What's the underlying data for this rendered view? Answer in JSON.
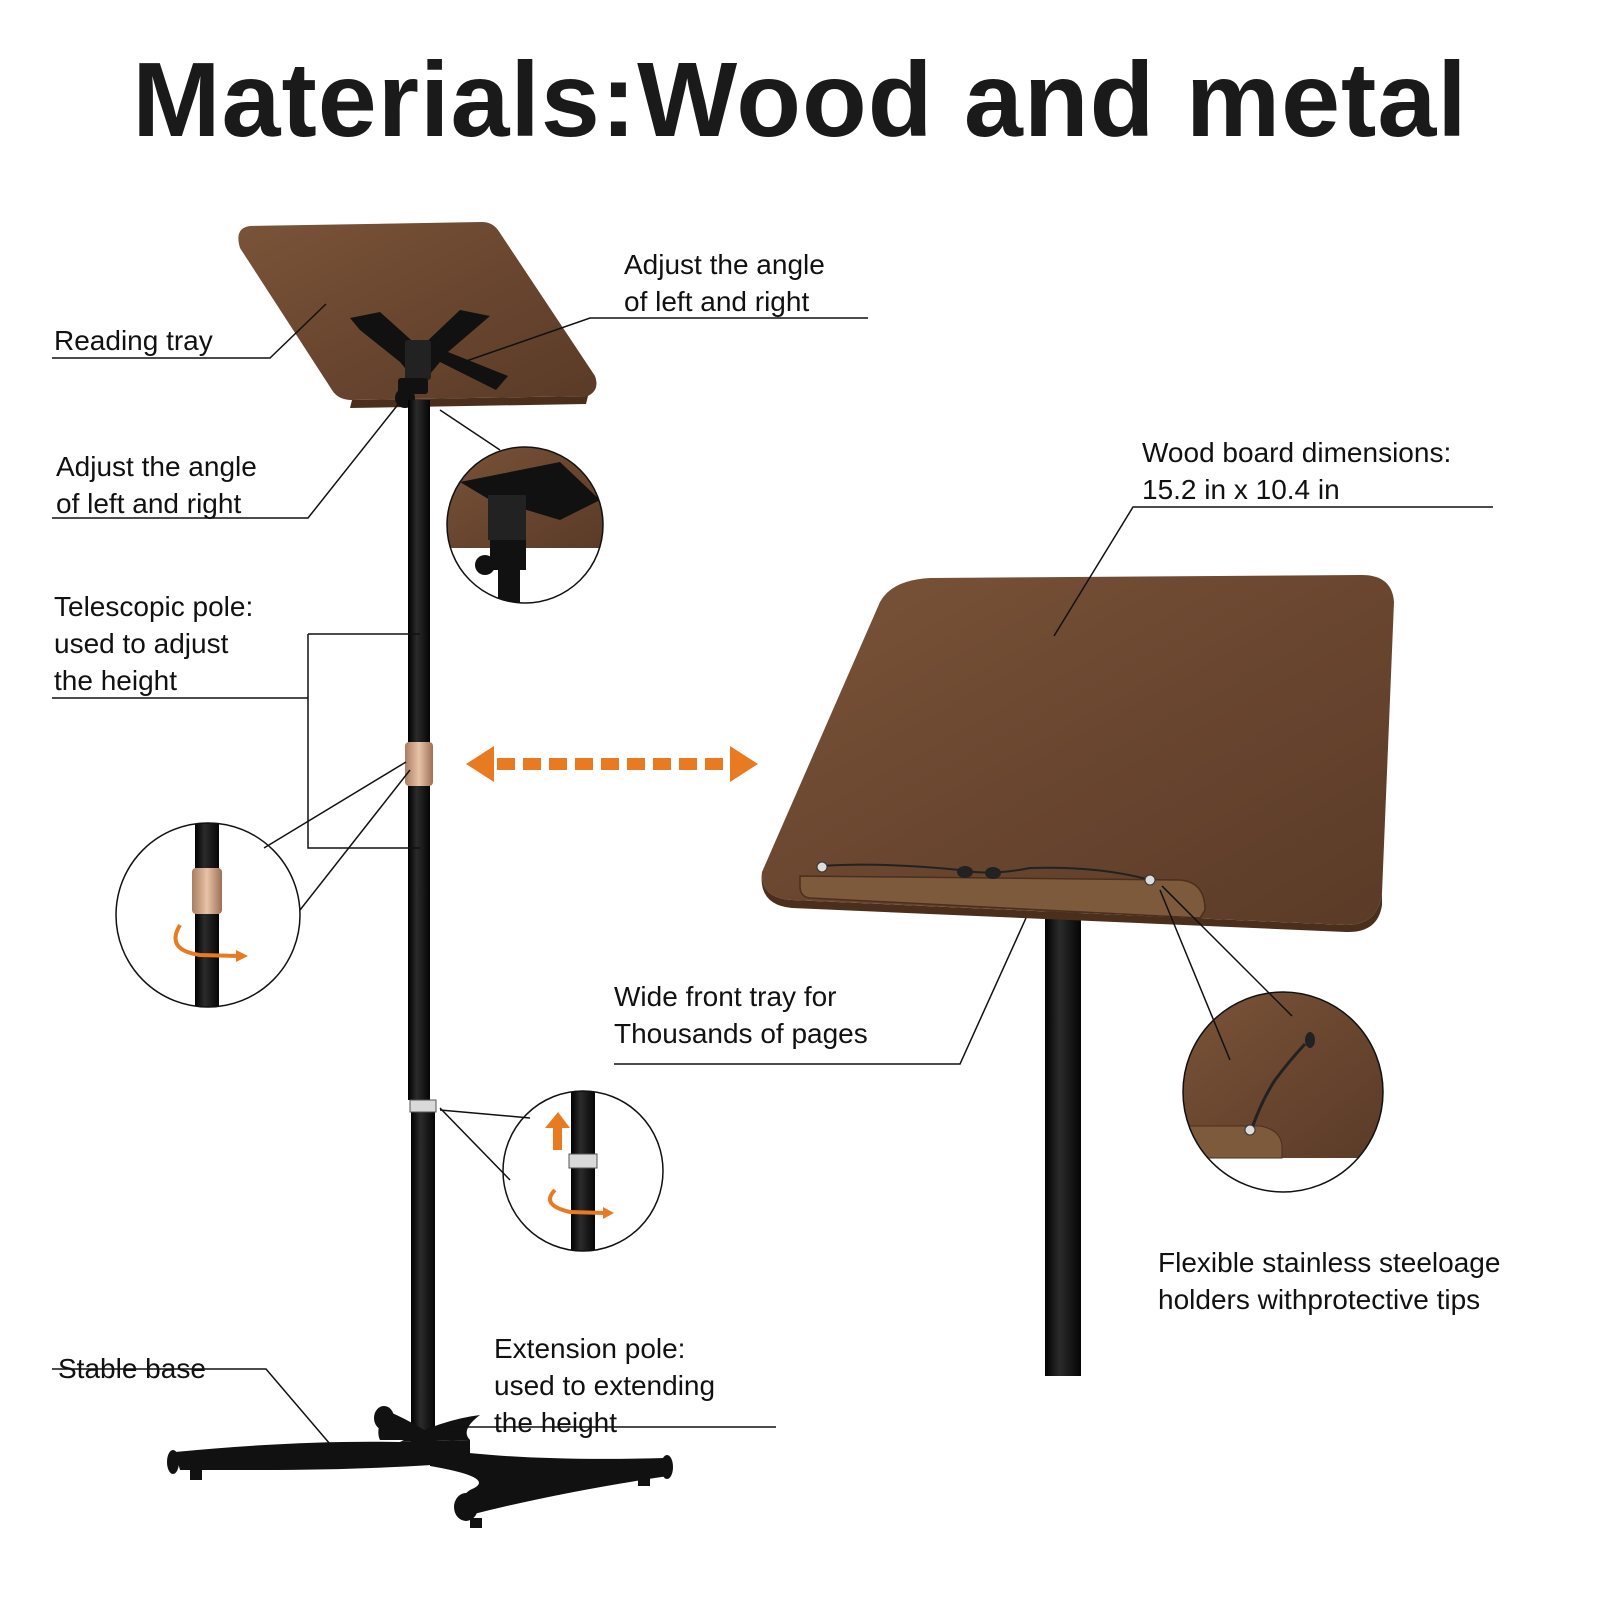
{
  "title": "Materials:Wood and metal",
  "labels": {
    "reading_tray": "Reading tray",
    "angle_top_1": "Adjust the angle",
    "angle_top_2": "of left and right",
    "angle_left_1": "Adjust the angle",
    "angle_left_2": "of left and right",
    "telescopic_1": "Telescopic pole:",
    "telescopic_2": "used to adjust",
    "telescopic_3": "the height",
    "board_dims_1": "Wood board dimensions:",
    "board_dims_2": "15.2 in x 10.4 in",
    "front_tray_1": "Wide front tray for",
    "front_tray_2": "Thousands of pages",
    "holders_1": "Flexible stainless steeloage",
    "holders_2": "holders withprotective tips",
    "extension_1": "Extension pole:",
    "extension_2": "used to extending",
    "extension_3": "the height",
    "stable_base": "Stable base"
  },
  "colors": {
    "wood": "#6e4a30",
    "wood_dark": "#4f3320",
    "metal": "#111111",
    "accent_orange": "#e87b22",
    "collar_copper": "#c99a7c"
  }
}
